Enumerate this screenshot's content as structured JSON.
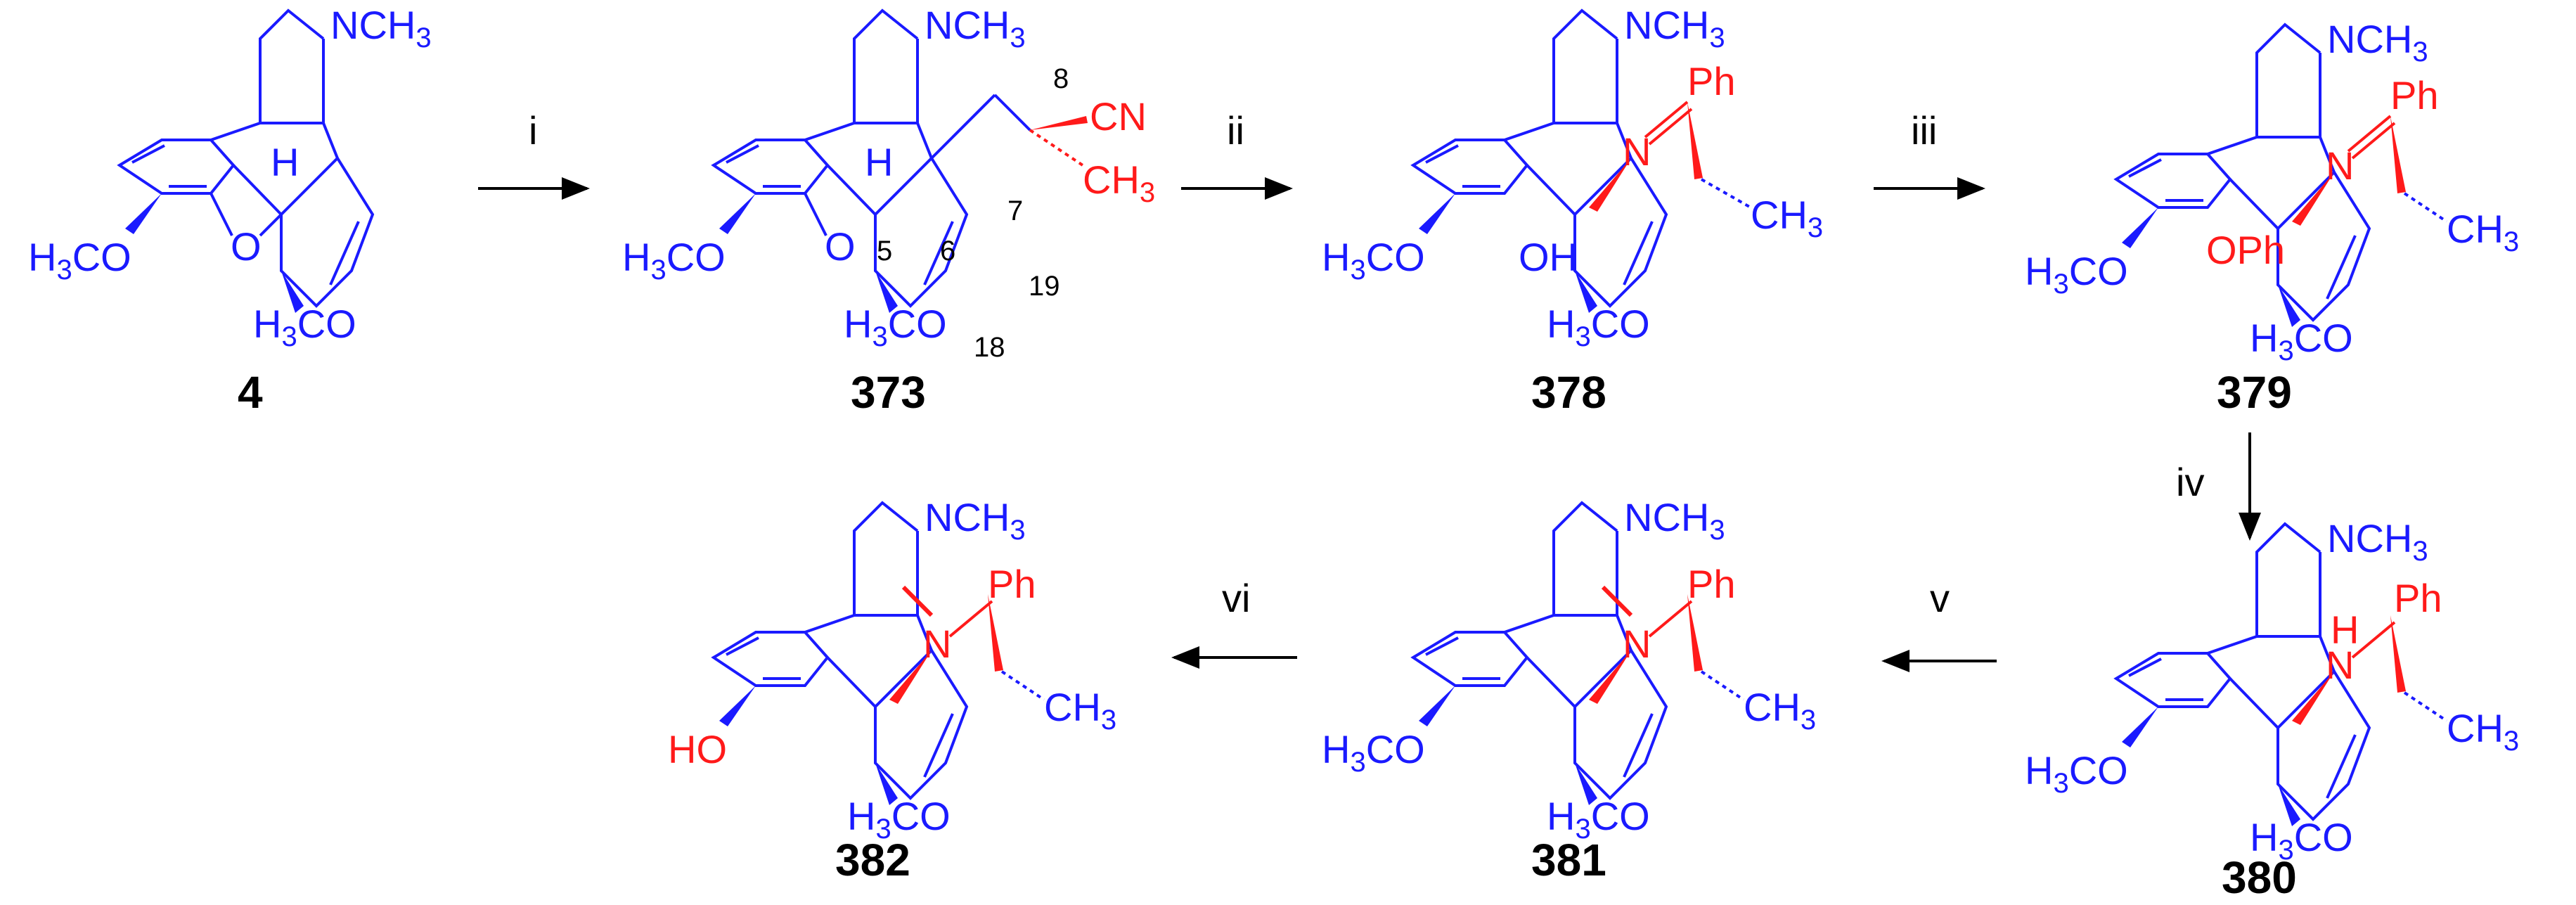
{
  "colors": {
    "blue": "#1a1aff",
    "red": "#ff1a1a",
    "black": "#000000"
  },
  "steps": [
    "i",
    "ii",
    "iii",
    "iv",
    "v",
    "vi"
  ],
  "compounds": {
    "c4": {
      "id": "4",
      "top": "NCH",
      "top_sub": "3",
      "left": "H",
      "left_sub": "3",
      "left_tail": "CO",
      "bottom": "H",
      "bottom_sub": "3",
      "bottom_tail": "CO",
      "ring_o": "O",
      "h": "H"
    },
    "c373": {
      "id": "373",
      "top": "NCH",
      "top_sub": "3",
      "left": "H",
      "left_sub": "3",
      "left_tail": "CO",
      "bottom": "H",
      "bottom_sub": "3",
      "bottom_tail": "CO",
      "ring_o": "O",
      "h": "H",
      "cn": "CN",
      "me": "CH",
      "me_sub": "3",
      "n5": "5",
      "n6": "6",
      "n7": "7",
      "n8": "8",
      "n18": "18",
      "n19": "19"
    },
    "c378": {
      "id": "378",
      "top": "NCH",
      "top_sub": "3",
      "left": "H",
      "left_sub": "3",
      "left_tail": "CO",
      "bottom": "H",
      "bottom_sub": "3",
      "bottom_tail": "CO",
      "oh": "OH",
      "n": "N",
      "ph": "Ph",
      "me": "CH",
      "me_sub": "3"
    },
    "c379": {
      "id": "379",
      "top": "NCH",
      "top_sub": "3",
      "left": "H",
      "left_sub": "3",
      "left_tail": "CO",
      "bottom": "H",
      "bottom_sub": "3",
      "bottom_tail": "CO",
      "oph": "OPh",
      "n": "N",
      "ph": "Ph",
      "me": "CH",
      "me_sub": "3"
    },
    "c380": {
      "id": "380",
      "top": "NCH",
      "top_sub": "3",
      "left": "H",
      "left_sub": "3",
      "left_tail": "CO",
      "bottom": "H",
      "bottom_sub": "3",
      "bottom_tail": "CO",
      "n": "N",
      "nh": "H",
      "ph": "Ph",
      "me": "CH",
      "me_sub": "3"
    },
    "c381": {
      "id": "381",
      "top": "NCH",
      "top_sub": "3",
      "left": "H",
      "left_sub": "3",
      "left_tail": "CO",
      "bottom": "H",
      "bottom_sub": "3",
      "bottom_tail": "CO",
      "n": "N",
      "ph": "Ph",
      "me": "CH",
      "me_sub": "3"
    },
    "c382": {
      "id": "382",
      "top": "NCH",
      "top_sub": "3",
      "ho": "HO",
      "bottom": "H",
      "bottom_sub": "3",
      "bottom_tail": "CO",
      "n": "N",
      "ph": "Ph",
      "me": "CH",
      "me_sub": "3"
    }
  }
}
